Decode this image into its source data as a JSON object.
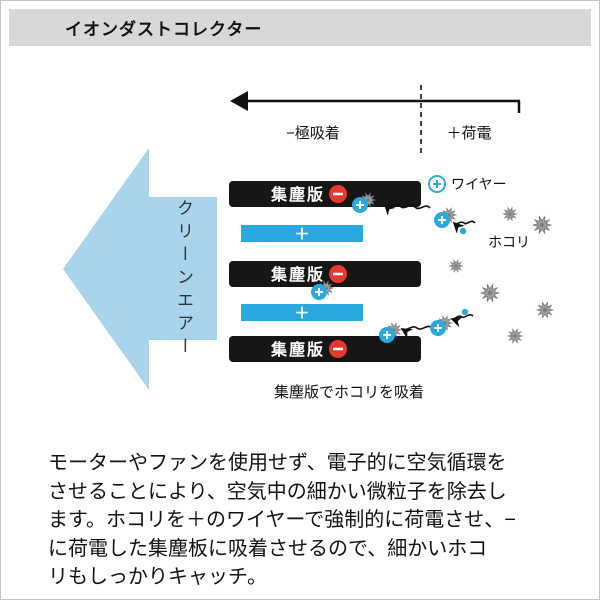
{
  "page": {
    "title": "イオンダストコレクター"
  },
  "diagram": {
    "clean_air_label": "クリーンエアー",
    "zone_negative_label": "−極吸着",
    "zone_positive_label": "＋荷電",
    "plate_label": "集塵版",
    "plus_symbol": "＋",
    "minus_symbol": "−",
    "wire_label": "ワイヤー",
    "dust_label": "ホコリ",
    "caption": "集塵版でホコリを吸着",
    "colors": {
      "clean_air_arrow": "#a8d4ec",
      "electrode_blue": "#29a9e0",
      "plate_black": "#161616",
      "charge_red": "#e8382f",
      "dust_gray": "#9e9e9e"
    }
  },
  "description": {
    "lines": [
      "モーターやファンを使用せず、電子的に空気循環を",
      "させることにより、空気中の細かい微粒子を除去し",
      "ます。ホコリを＋のワイヤーで強制的に荷電させ、−",
      "に荷電した集塵板に吸着させるので、細かいホコ",
      "リもしっかりキャッチ。"
    ]
  }
}
